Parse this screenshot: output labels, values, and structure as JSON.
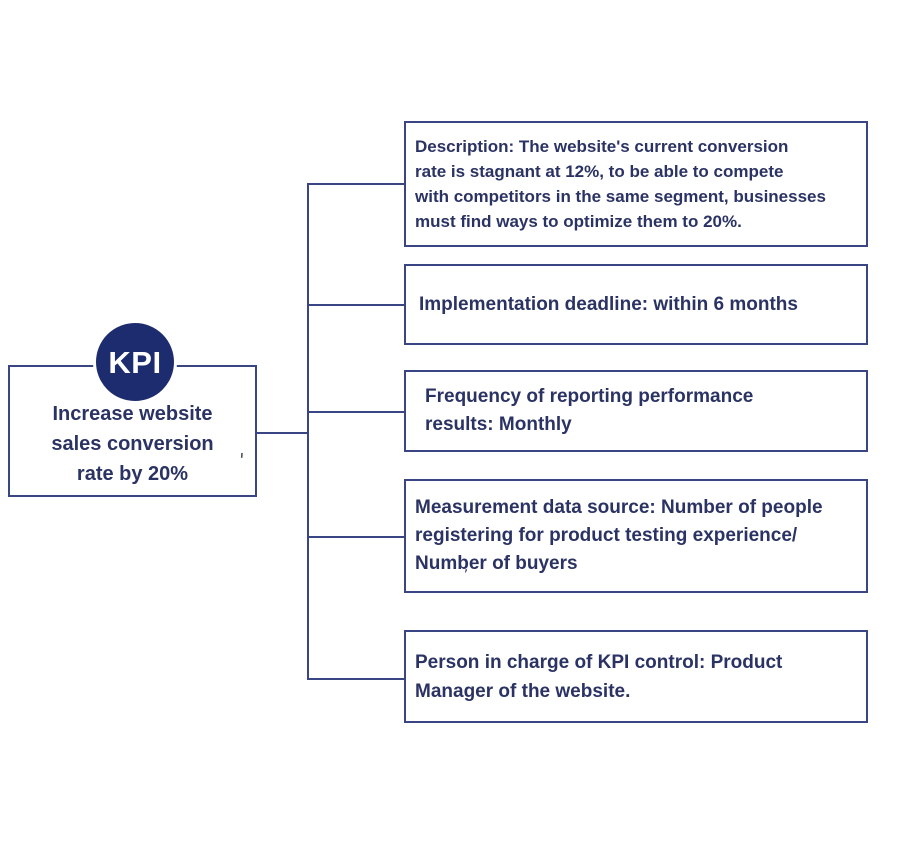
{
  "colors": {
    "navy_line": "#3a4583",
    "navy_text": "#2b3364",
    "badge_bg": "#1d2c6e",
    "badge_text": "#ffffff",
    "box_bg": "#ffffff",
    "canvas_bg": "#ffffff",
    "artifact_color": "#44444c"
  },
  "root": {
    "badge": "KPI",
    "label_lines": [
      "Increase website",
      "sales conversion",
      "rate by 20%"
    ]
  },
  "branches": [
    {
      "id": "description",
      "lines": [
        "Description: The website's current conversion",
        "rate is stagnant at 12%, to be able to compete",
        "with competitors in the same segment, businesses",
        "must find ways to optimize them to 20%."
      ]
    },
    {
      "id": "deadline",
      "lines": [
        "Implementation deadline: within 6 months"
      ]
    },
    {
      "id": "reporting-frequency",
      "lines": [
        "Frequency of reporting performance",
        "results: Monthly"
      ]
    },
    {
      "id": "data-source",
      "lines": [
        "Measurement data source: Number of people",
        "registering for product testing experience/",
        "Number of buyers"
      ]
    },
    {
      "id": "person-in-charge",
      "lines": [
        "Person in charge of KPI control: Product",
        "Manager of the website."
      ]
    }
  ],
  "artifacts": {
    "apostrophe": "'",
    "comma": ","
  }
}
